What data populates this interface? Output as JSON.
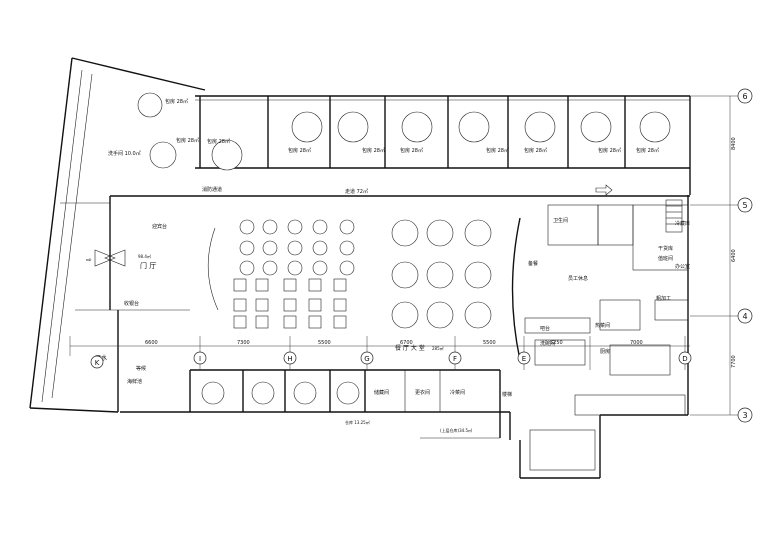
{
  "grid_axes": {
    "numbers": [
      "6",
      "5",
      "4",
      "3"
    ],
    "letters": [
      "K",
      "I",
      "H",
      "G",
      "F",
      "E",
      "D"
    ]
  },
  "dimensions": {
    "bottom": [
      "6600",
      "7300",
      "5500",
      "6700",
      "5500",
      "5250",
      "7000"
    ],
    "right": [
      "8400",
      "6400",
      "7700"
    ]
  },
  "rooms": {
    "private_rooms_top": [
      "包房 28㎡",
      "包房 28㎡",
      "包房 28㎡",
      "包房 28㎡",
      "包房 28㎡",
      "包房 28㎡",
      "包房 28㎡",
      "包房 28㎡",
      "包房 28㎡"
    ],
    "corner_room": "包房 28㎡",
    "private_room_left": "包房 28㎡",
    "wash_room": "洗手间 10.0㎡",
    "corridor": "走道 72㎡",
    "entry_hall": "门 厅",
    "entry_hall_area": "98.4㎡",
    "reception": "迎宾台",
    "main_hall": "餐 厅 大 堂",
    "main_hall_area": "285㎡",
    "waiting": "等候",
    "kitchen": "厨房",
    "pantry": "备餐",
    "dry_storage": "干货库",
    "cold_room": "冷藏库",
    "wash": "洗碗间",
    "prep": "粗加工",
    "cooking": "热菜间",
    "office": "办公室",
    "staff_room": "员工休息",
    "stair": "楼梯",
    "fire_exit": "消防通道",
    "toilet_label": "卫生间",
    "duty_room": "值班间",
    "storage_bottom": "仓库 13.25㎡",
    "storage_bottom2": "(上层仓库)34.5㎡",
    "bar": "吧台",
    "cashier": "收银台",
    "bottom_room_a": "储藏间",
    "bottom_room_b": "更衣间",
    "bottom_room_c": "冷菜间",
    "sea_food": "海鲜池",
    "wine": "酒水",
    "entrance_left_label": "迎宾台"
  },
  "colors": {
    "line": "#111111",
    "background": "#ffffff"
  }
}
